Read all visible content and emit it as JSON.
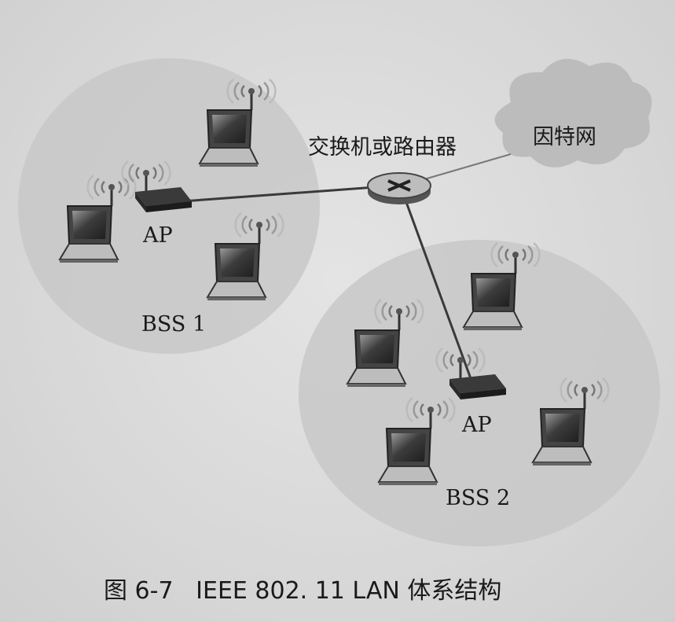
{
  "diagram": {
    "router_label": "交换机或路由器",
    "internet_label": "因特网",
    "bss1": {
      "name": "BSS 1",
      "ap_label": "AP"
    },
    "bss2": {
      "name": "BSS 2",
      "ap_label": "AP"
    },
    "caption": "图 6-7   IEEE 802. 11 LAN 体系结构"
  }
}
